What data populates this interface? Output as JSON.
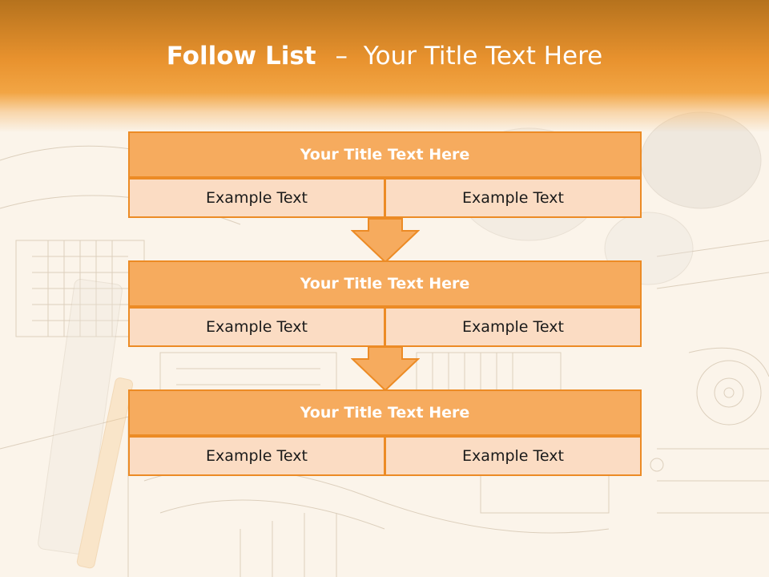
{
  "slide": {
    "title_bold": "Follow List",
    "title_dash": "–",
    "title_rest": "Your Title Text Here"
  },
  "colors": {
    "header_orange": "#e8922e",
    "box_title_fill": "#f6ab5e",
    "box_cell_fill": "#fbdcc3",
    "box_border": "#ec8b25",
    "arrow_fill": "#f6ab5e"
  },
  "blocks": [
    {
      "title": "Your Title Text Here",
      "left_text": "Example Text",
      "right_text": "Example Text"
    },
    {
      "title": "Your Title Text Here",
      "left_text": "Example Text",
      "right_text": "Example Text"
    },
    {
      "title": "Your Title Text Here",
      "left_text": "Example Text",
      "right_text": "Example Text"
    }
  ],
  "connectors": [
    "down-arrow",
    "down-arrow"
  ]
}
